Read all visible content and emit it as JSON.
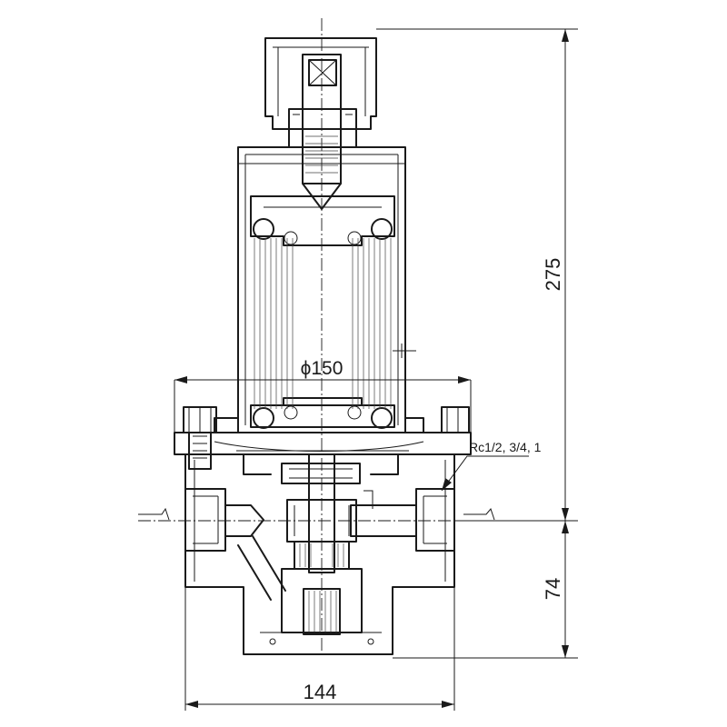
{
  "dimensions": {
    "height_total": "275",
    "height_lower": "74",
    "width": "144",
    "diameter": "ϕ150"
  },
  "connection": {
    "label": "Rc1/2, 3/4, 1"
  },
  "colors": {
    "line": "#1a1a1a",
    "background": "#ffffff"
  }
}
